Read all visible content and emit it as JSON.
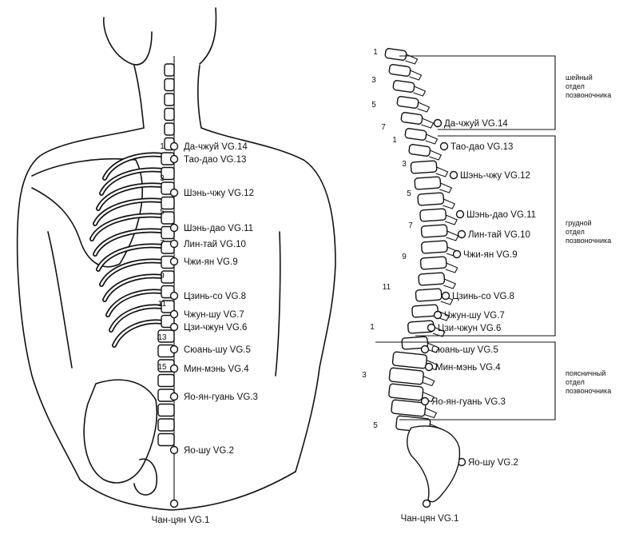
{
  "back_figure": {
    "points": [
      {
        "label": "Да-чжуй VG.14"
      },
      {
        "label": "Тао-дао VG.13"
      },
      {
        "label": "Шэнь-чжу VG.12"
      },
      {
        "label": "Шэнь-дао VG.11"
      },
      {
        "label": "Лин-тай VG.10"
      },
      {
        "label": "Чжи-ян VG.9"
      },
      {
        "label": "Цзинь-со VG.8"
      },
      {
        "label": "Чжун-шу VG.7"
      },
      {
        "label": "Цзи-чжун VG.6"
      },
      {
        "label": "Сюань-шу VG.5"
      },
      {
        "label": "Мин-мэнь VG.4"
      },
      {
        "label": "Яо-ян-гуань VG.3"
      },
      {
        "label": "Яо-шу VG.2"
      },
      {
        "label": "Чан-цян VG.1"
      }
    ],
    "vertebra_numbers": [
      "1",
      "3",
      "5",
      "7",
      "9",
      "11",
      "13",
      "15"
    ]
  },
  "spine_figure": {
    "points": [
      {
        "label": "Да-чжуй VG.14"
      },
      {
        "label": "Тао-дао VG.13"
      },
      {
        "label": "Шэнь-чжу VG.12"
      },
      {
        "label": "Шэнь-дао VG.11"
      },
      {
        "label": "Лин-тай VG.10"
      },
      {
        "label": "Чжи-ян VG.9"
      },
      {
        "label": "Цзинь-со VG.8"
      },
      {
        "label": "Чжун-шу VG.7"
      },
      {
        "label": "Цзи-чжун VG.6"
      },
      {
        "label": "Сюань-шу VG.5"
      },
      {
        "label": "Мин-мэнь VG.4"
      },
      {
        "label": "Яо-ян-гуань VG.3"
      },
      {
        "label": "Яо-шу VG.2"
      },
      {
        "label": "Чан-цян VG.1"
      }
    ],
    "vertebra_numbers": [
      "1",
      "3",
      "5",
      "7",
      "1",
      "3",
      "5",
      "7",
      "9",
      "11",
      "1",
      "3",
      "5"
    ],
    "sections": [
      {
        "lines": [
          "шейный",
          "отдел",
          "позвоночника"
        ]
      },
      {
        "lines": [
          "грудной",
          "отдел",
          "позвоночника"
        ]
      },
      {
        "lines": [
          "поясничный",
          "отдел",
          "позвоночника"
        ]
      }
    ]
  }
}
